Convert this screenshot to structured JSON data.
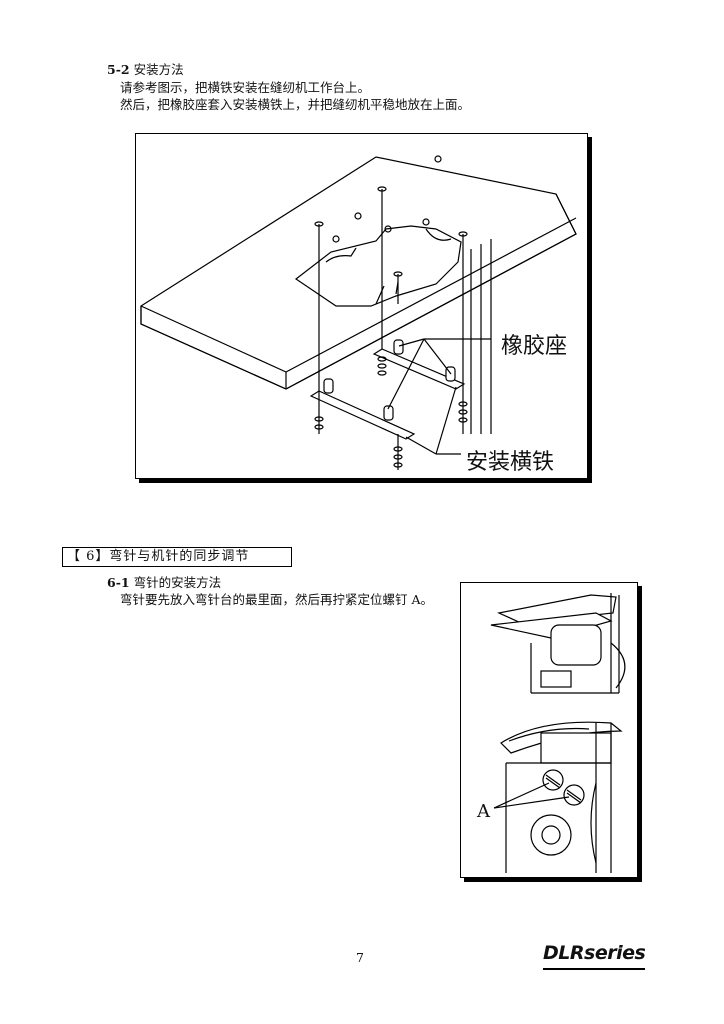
{
  "section_5_2": {
    "number": "5-2",
    "title": "安装方法",
    "line1": "请参考图示，把横铁安装在缝纫机工作台上。",
    "line2": "然后，把橡胶座套入安装横铁上，并把缝纫机平稳地放在上面。"
  },
  "figure1": {
    "label_rubber_seat": "橡胶座",
    "label_mount_bar": "安装横铁"
  },
  "chapter_6": {
    "heading": "【 6】弯针与机针的同步调节"
  },
  "section_6_1": {
    "number": "6-1",
    "title": "弯针的安装方法",
    "line1": "弯针要先放入弯针台的最里面，然后再拧紧定位螺钉 A。"
  },
  "figure2": {
    "label_a": "A"
  },
  "footer": {
    "page_number": "7",
    "logo": "DLRseries"
  }
}
